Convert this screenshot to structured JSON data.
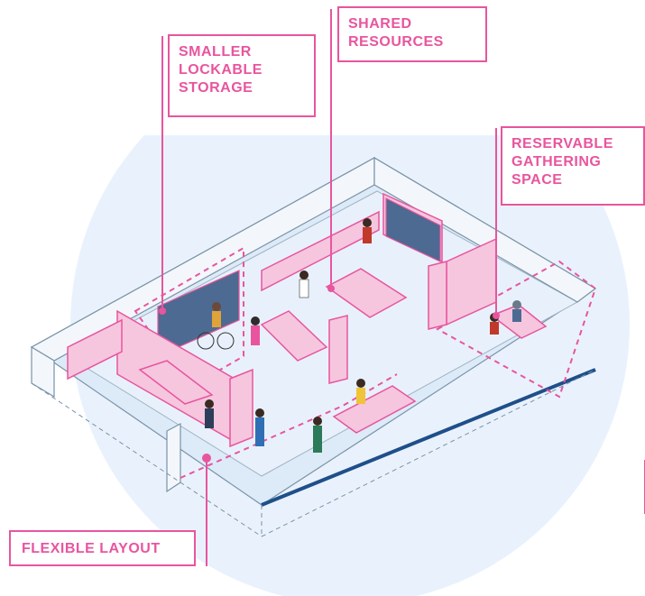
{
  "colors": {
    "accent": "#e8559e",
    "accent_fill": "#f6c6de",
    "floor": "#e6f0fb",
    "wall_outline": "#7a93a8",
    "ground_edge": "#1f4f8a"
  },
  "labels": {
    "smaller_lockable_storage": "SMALLER\nLOCKABLE\nSTORAGE",
    "shared_resources": "SHARED\nRESOURCES",
    "reservable_gathering_space": "RESERVABLE\nGATHERING\nSPACE",
    "flexible_layout": "FLEXIBLE LAYOUT"
  }
}
